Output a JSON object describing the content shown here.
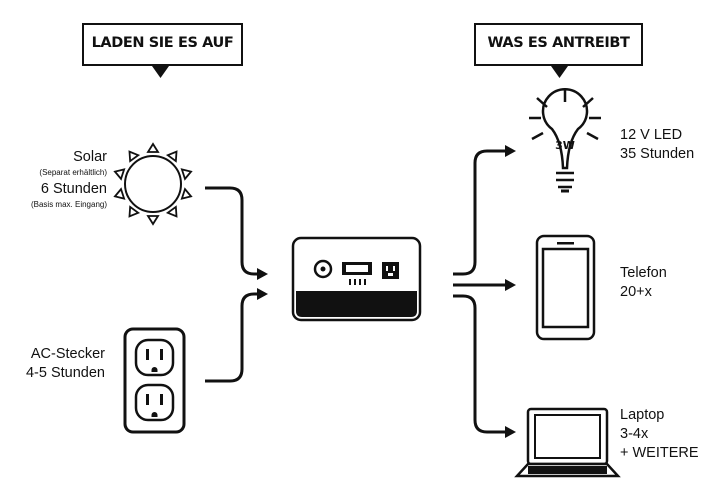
{
  "headers": {
    "charge": "LADEN SIE ES AUF",
    "powers": "WAS ES ANTREIBT"
  },
  "inputs": {
    "solar": {
      "title": "Solar",
      "note": "(Separat erhältlich)",
      "time": "6 Stunden",
      "time_note": "(Basis max. Eingang)",
      "icon": "sun-icon"
    },
    "ac": {
      "title": "AC-Stecker",
      "time": "4-5 Stunden",
      "icon": "wall-outlet-icon"
    }
  },
  "device": {
    "icon": "power-station-icon"
  },
  "outputs": {
    "led": {
      "bulb_text": "3W",
      "line1": "12 V LED",
      "line2": "35 Stunden",
      "icon": "light-bulb-icon"
    },
    "phone": {
      "line1": "Telefon",
      "line2": "20+x",
      "icon": "phone-icon"
    },
    "laptop": {
      "line1": "Laptop",
      "line2": "3-4x",
      "line3": "+ WEITERE",
      "icon": "laptop-icon"
    }
  }
}
